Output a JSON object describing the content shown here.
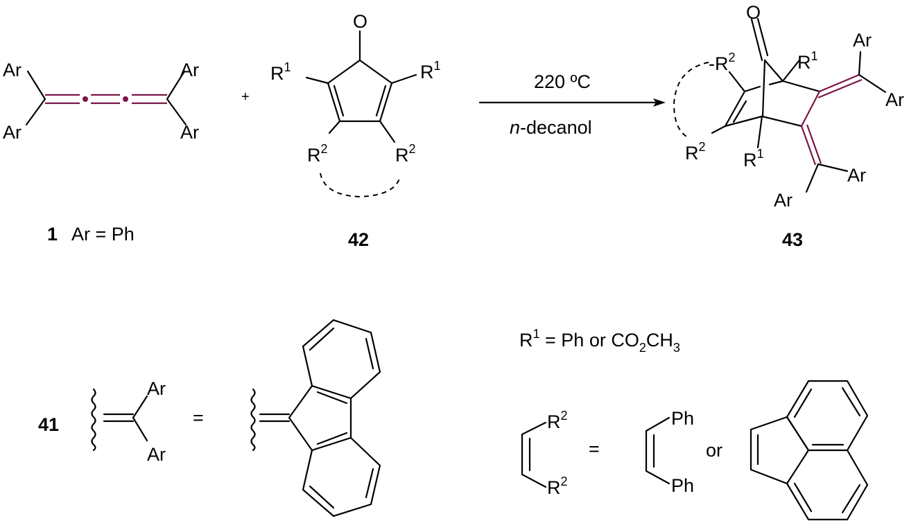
{
  "reaction": {
    "conditions_top": "220 ºC",
    "conditions_bottom_italic": "n",
    "conditions_bottom_rest": "-decanol",
    "plus": "+",
    "colors": {
      "highlight_bond": "#7b1448",
      "line": "#000000"
    }
  },
  "compound_1": {
    "number": "1",
    "definition": "Ar = Ph",
    "aryl": "Ar"
  },
  "compound_42": {
    "number": "42",
    "oxygen": "O",
    "r": "R",
    "sup1": "1",
    "sup2": "2"
  },
  "compound_43": {
    "number": "43",
    "oxygen": "O",
    "r": "R",
    "sup1": "1",
    "sup2": "2",
    "aryl": "Ar",
    "dash": "-"
  },
  "compound_41": {
    "number": "41",
    "aryl": "Ar",
    "equals": "="
  },
  "definitions": {
    "r1_main": "R",
    "r1_sup": "1",
    "r1_text": " = Ph or CO",
    "sub2": "2",
    "ch": "CH",
    "sub3": "3",
    "r2": "R",
    "r2_sup": "2",
    "equals": "=",
    "ph": "Ph",
    "or": "or"
  }
}
